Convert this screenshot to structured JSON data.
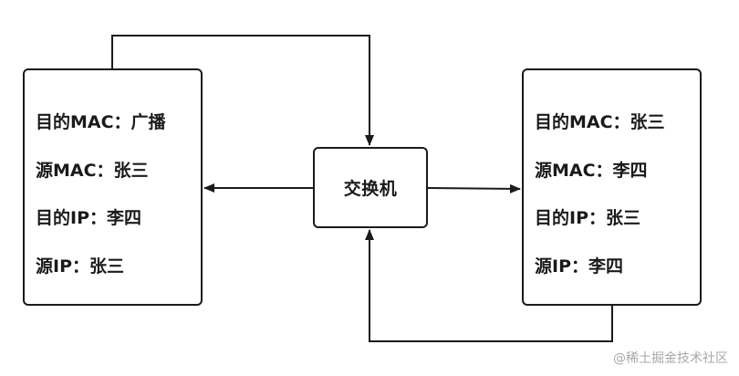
{
  "switch": {
    "label": "交换机"
  },
  "left_packet": {
    "fields": [
      "目的MAC：广播",
      "源MAC：张三",
      "目的IP：李四",
      "源IP：张三"
    ]
  },
  "right_packet": {
    "fields": [
      "目的MAC：张三",
      "源MAC：李四",
      "目的IP：张三",
      "源IP：李四"
    ]
  },
  "watermark": "@稀土掘金技术社区",
  "colors": {
    "stroke": "#1a1a1a",
    "watermark": "#a8a8a8"
  }
}
